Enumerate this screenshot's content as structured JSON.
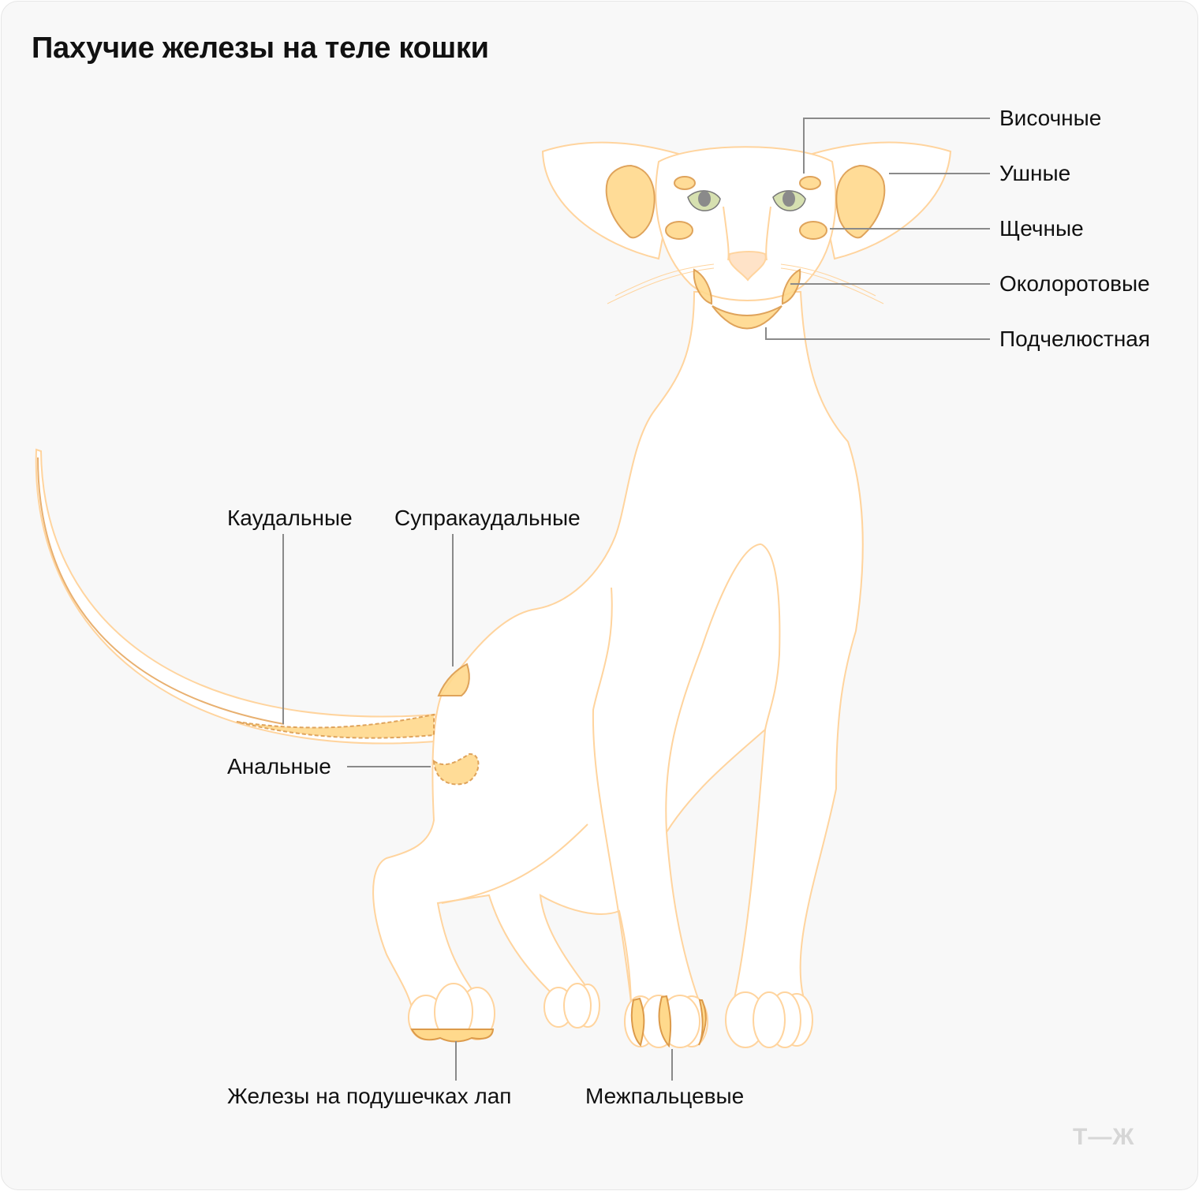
{
  "title": "Пахучие железы на теле кошки",
  "labels": {
    "temporal": "Височные",
    "ear": "Ушные",
    "cheek": "Щечные",
    "perioral": "Околоротовые",
    "submandibular": "Подчелюстная",
    "caudal": "Каудальные",
    "supracaudal": "Супракаудальные",
    "anal": "Анальные",
    "paw_pads": "Железы на подушечках лап",
    "interdigital": "Межпальцевые"
  },
  "logo": "Т—Ж",
  "colors": {
    "outline": "#ffd49e",
    "gland_fill": "#ffd98c",
    "gland_stroke": "#dc9a4a",
    "leader": "#8a8a8a"
  }
}
